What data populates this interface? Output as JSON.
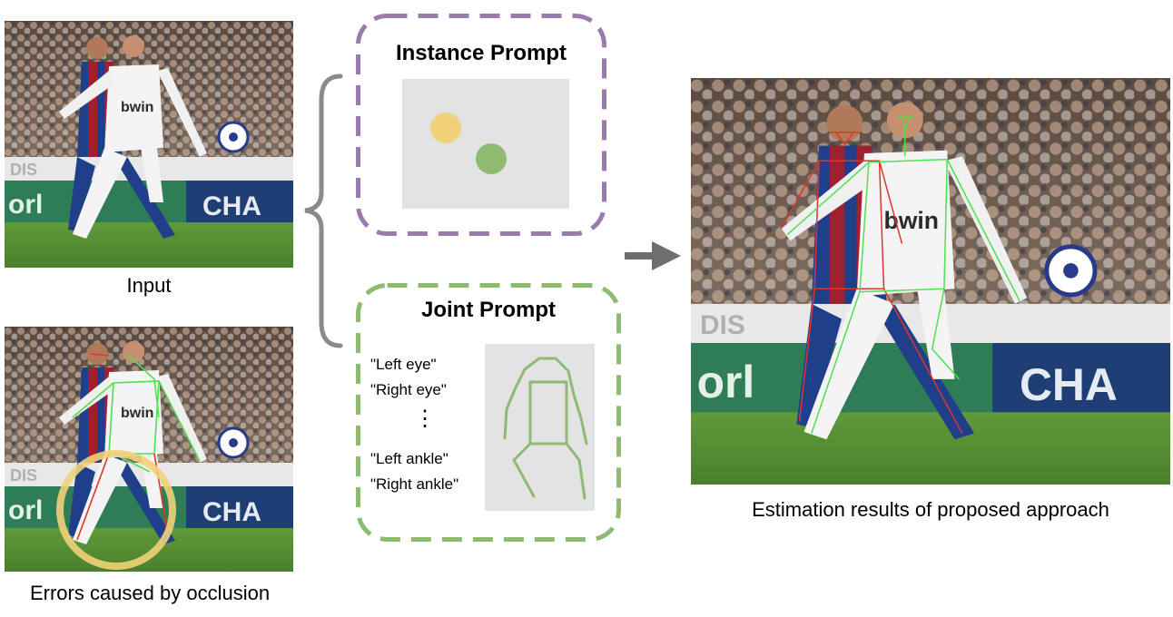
{
  "captions": {
    "input": "Input",
    "errors": "Errors caused by occlusion",
    "result": "Estimation results of proposed  approach"
  },
  "instance_prompt": {
    "title": "Instance Prompt"
  },
  "joint_prompt": {
    "title": "Joint Prompt",
    "labels": [
      "\"Left eye\"",
      "\"Right eye\"",
      "\"Left ankle\"",
      "\"Right ankle\""
    ],
    "ellipsis": "⋮"
  },
  "photo_text": {
    "jersey_sponsor": "bwin",
    "ad_board_left": "DIS",
    "ad_board_green": "orl",
    "ad_board_blue": "CHA"
  },
  "colors": {
    "instance_border": "#9b7bae",
    "joint_border": "#8fba72",
    "yellow_dot": "#f0d27a",
    "green_dot": "#8fba72",
    "skeleton_green": "#4fe04f",
    "skeleton_red": "#e0342a",
    "occlusion_ring": "#f0d27a",
    "arrow": "#6e6e6e",
    "bracket": "#8a8a8a"
  }
}
